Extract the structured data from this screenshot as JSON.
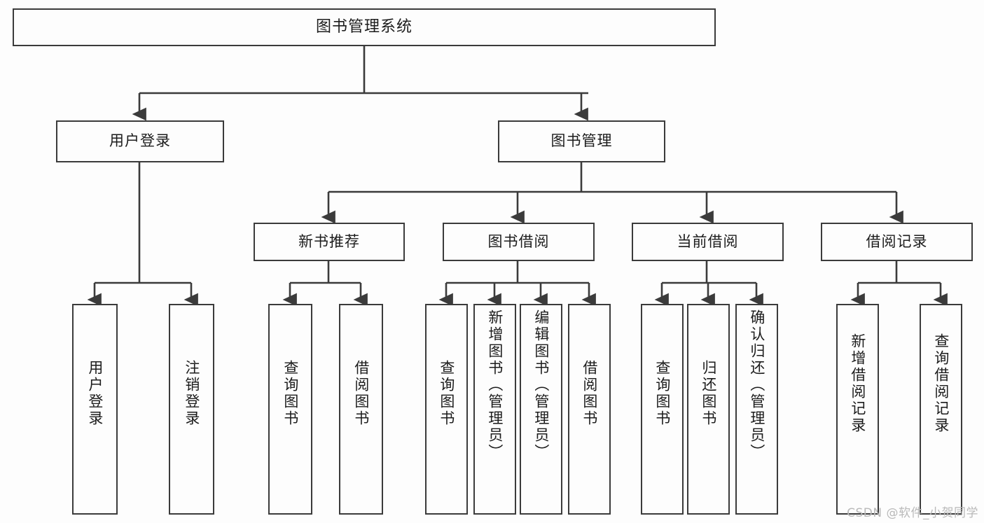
{
  "diagram": {
    "title": "图书管理系统",
    "type": "hierarchy-tree",
    "background_color": "#fdfdfd",
    "line_color": "#3b3b3b",
    "text_color": "#1c1c1c",
    "root": {
      "label": "图书管理系统"
    },
    "level2": [
      {
        "label": "用户登录"
      },
      {
        "label": "图书管理"
      }
    ],
    "level3": [
      {
        "label": "新书推荐"
      },
      {
        "label": "图书借阅"
      },
      {
        "label": "当前借阅"
      },
      {
        "label": "借阅记录"
      }
    ],
    "leaves": {
      "user_login": [
        {
          "label": "用户登录"
        },
        {
          "label": "注销登录"
        }
      ],
      "new_book_recommend": [
        {
          "label": "查询图书"
        },
        {
          "label": "借阅图书"
        }
      ],
      "book_borrow": [
        {
          "label": "查询图书"
        },
        {
          "label": "新增图书（管理员）"
        },
        {
          "label": "编辑图书（管理员）"
        },
        {
          "label": "借阅图书"
        }
      ],
      "current_borrow": [
        {
          "label": "查询图书"
        },
        {
          "label": "归还图书"
        },
        {
          "label": "确认归还（管理员）"
        }
      ],
      "borrow_record": [
        {
          "label": "新增借阅记录"
        },
        {
          "label": "查询借阅记录"
        }
      ]
    }
  },
  "watermark": {
    "text": "CSDN @软件_小贺同学"
  }
}
